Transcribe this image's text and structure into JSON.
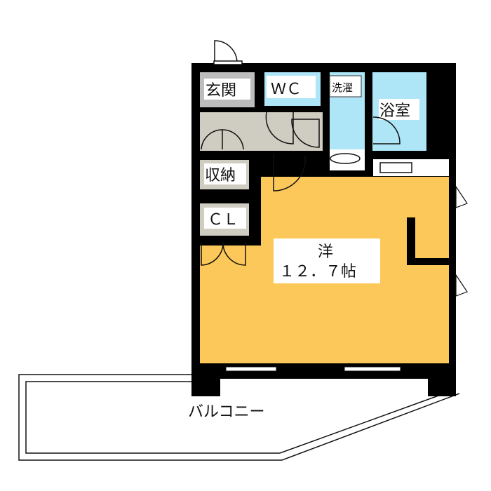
{
  "rooms": {
    "entrance": "玄関",
    "wc": "ＷＣ",
    "washer": "洗濯",
    "bathroom": "浴室",
    "storage": "収納",
    "closet": "ＣＬ",
    "western_room": "洋",
    "western_room_size": "１２．７帖",
    "balcony": "バルコニー"
  },
  "colors": {
    "living": "#fcc85a",
    "wet": "#aee6f7",
    "hall": "#cfcdc2",
    "entrance": "#bdbdbd",
    "wall": "#000000"
  }
}
